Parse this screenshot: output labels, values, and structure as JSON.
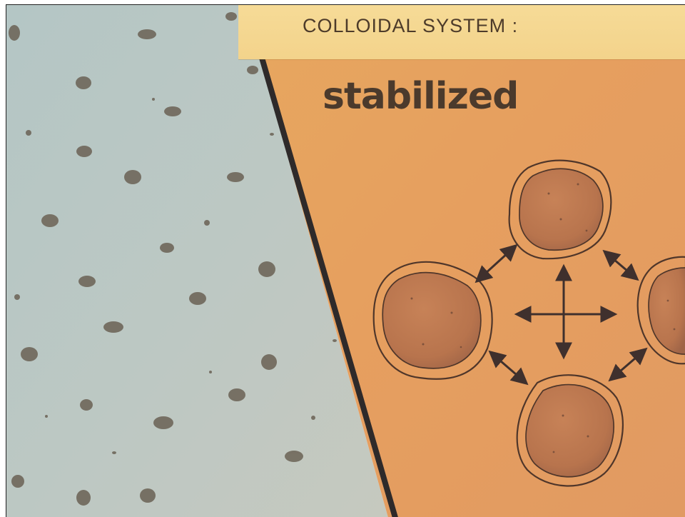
{
  "slide": {
    "title": "COLLOIDAL SYSTEM :",
    "state": "stabilized"
  },
  "colors": {
    "microscope_field": "#b8c6c2",
    "panel_orange": "#e5a160",
    "banner": "#f4d58f",
    "particle_fill": "#b9784f",
    "particle_outline": "#5a3c2d",
    "text": "#4b3a2c"
  },
  "icons": {
    "repulsion_arrows": "double-headed-arrow",
    "center_arrows": "four-way-arrow"
  }
}
